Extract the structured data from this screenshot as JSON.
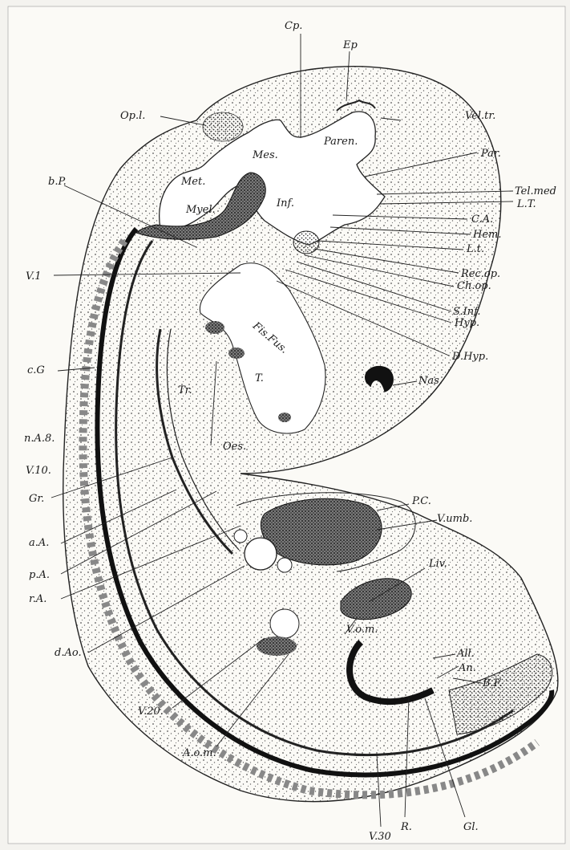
{
  "figure": {
    "labels": {
      "cp": "Cp.",
      "ep": "Ep",
      "opl": "Op.l.",
      "vel_tr": "Vel.tr.",
      "paren": "Paren.",
      "mes": "Mes.",
      "par": "Par.",
      "met": "Met.",
      "bp": "b.P.",
      "tel_med": "Tel.med",
      "lt_upper": "L.T.",
      "inf": "Inf.",
      "myel": "Myel.",
      "ca": "C.A.",
      "hem": "Hem.",
      "lt_lower": "L.t.",
      "v1": "V.1",
      "rec_op": "Rec.op.",
      "ch_op": "Ch.op.",
      "s_inf": "S.Inf.",
      "hyp": "Hyp.",
      "fis_fus": "Fis.Fus.",
      "cg": "c.G",
      "d_hyp": "D.Hyp.",
      "t": "T.",
      "nas": "Nas.",
      "tr": "Tr.",
      "oes": "Oes.",
      "na8": "n.A.8.",
      "v10": "V.10.",
      "pc": "P.C.",
      "gr": "Gr.",
      "v_umb": "V.umb.",
      "aa": "a.A.",
      "liv": "Liv.",
      "pa": "p.A.",
      "ra": "r.A.",
      "v_om": "V.o.m.",
      "d_ao": "d.Ao.",
      "all": "All.",
      "an": "An.",
      "bf": "B.F.",
      "v20": "V.20.",
      "a_om": "A.o.m.",
      "v30": "V.30",
      "r": "R.",
      "gl": "Gl."
    }
  }
}
